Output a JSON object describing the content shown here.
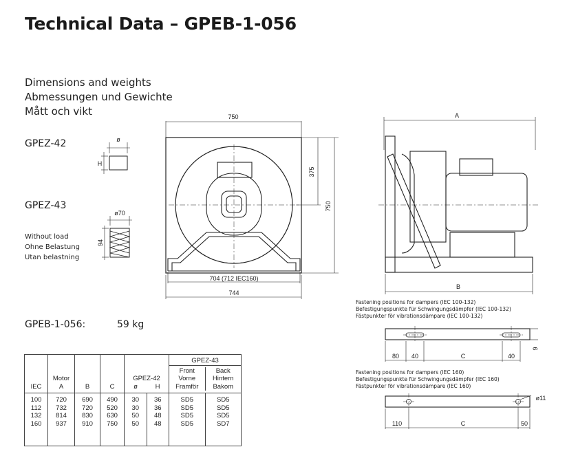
{
  "title": "Technical Data – GPEB-1-056",
  "headings": [
    "Dimensions and weights",
    "Abmessungen und Gewichte",
    "Mått och vikt"
  ],
  "gpez42": {
    "label": "GPEZ-42",
    "dia_symbol": "ø",
    "h_symbol": "H"
  },
  "gpez43": {
    "label": "GPEZ-43",
    "dia": "ø70",
    "height": "94",
    "note": [
      "Without load",
      "Ohne Belastung",
      "Utan belastning"
    ]
  },
  "front_view": {
    "width_top": "750",
    "half_height": "375",
    "height": "750",
    "inner_width": "704 (712 IEC160)",
    "base_width": "744"
  },
  "side_view": {
    "a": "A",
    "b": "B"
  },
  "fastening_1": {
    "notes": [
      "Fastening positions for dampers (IEC 100-132)",
      "Befestigungspunkte für Schwingungsdämpfer (IEC 100-132)",
      "Fästpunkter för vibrationsdämpare (IEC 100-132)"
    ],
    "d1": "80",
    "d2": "40",
    "c": "C",
    "d3": "40",
    "h": "9"
  },
  "fastening_2": {
    "notes": [
      "Fastening positions for dampers (IEC 160)",
      "Befestigungspunkte für Schwingungsdämpfer (IEC 160)",
      "Fästpunkter för vibrationsdämpare (IEC 160)"
    ],
    "d1": "110",
    "c": "C",
    "d2": "50",
    "hole": "ø11"
  },
  "weight": {
    "label": "GPEB-1-056:",
    "value": "59 kg"
  },
  "table": {
    "group_gpez43": "GPEZ-43",
    "h_iec": "IEC",
    "h_motor": [
      "Motor",
      "A"
    ],
    "h_b": "B",
    "h_c": "C",
    "h_gpez42": "GPEZ-42",
    "h_dia": "ø",
    "h_h": "H",
    "h_front": [
      "Front",
      "Vorne",
      "Framför"
    ],
    "h_back": [
      "Back",
      "Hintern",
      "Bakom"
    ],
    "iec": [
      "100",
      "112",
      "132",
      "160"
    ],
    "a": [
      "720",
      "732",
      "814",
      "937"
    ],
    "b": [
      "690",
      "720",
      "830",
      "910"
    ],
    "c": [
      "490",
      "520",
      "630",
      "750"
    ],
    "dia": [
      "30",
      "30",
      "50",
      "50"
    ],
    "h": [
      "36",
      "36",
      "48",
      "48"
    ],
    "front": [
      "SD5",
      "SD5",
      "SD5",
      "SD5"
    ],
    "back": [
      "SD5",
      "SD5",
      "SD5",
      "SD7"
    ]
  }
}
